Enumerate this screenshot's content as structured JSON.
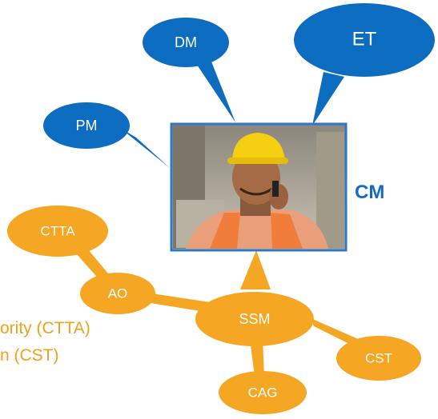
{
  "diagram": {
    "center_label": "CM",
    "blue_bubbles": [
      {
        "id": "dm",
        "label": "DM"
      },
      {
        "id": "et",
        "label": "ET"
      },
      {
        "id": "pm",
        "label": "PM"
      }
    ],
    "orange_bubbles": [
      {
        "id": "ctta",
        "label": "CTTA"
      },
      {
        "id": "ao",
        "label": "AO"
      },
      {
        "id": "ssm",
        "label": "SSM"
      },
      {
        "id": "cst",
        "label": "CST"
      },
      {
        "id": "cag",
        "label": "CAG"
      }
    ],
    "side_text": [
      "ority (CTTA)",
      "n (CST)"
    ],
    "colors": {
      "blue": "#0b6cc0",
      "orange": "#f5a623",
      "frame": "#2f78c8",
      "cm_text": "#1769c2",
      "side_text": "#f0a21c"
    }
  }
}
